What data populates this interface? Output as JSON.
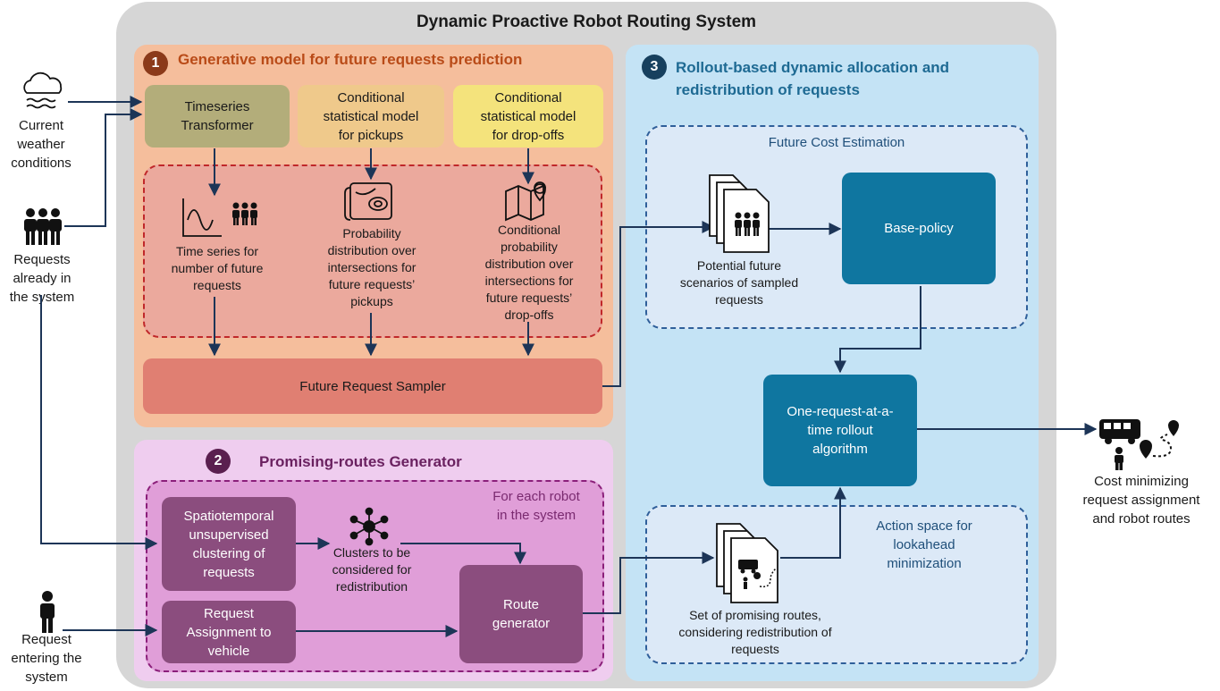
{
  "title": "Dynamic Proactive Robot Routing System",
  "inputs": {
    "weather": [
      "Current",
      "weather",
      "conditions"
    ],
    "existing": [
      "Requests",
      "already in",
      "the system"
    ],
    "new": [
      "Request",
      "entering the",
      "system"
    ]
  },
  "output": [
    "Cost minimizing",
    "request assignment",
    "and robot routes"
  ],
  "panel1": {
    "number": "1",
    "title": "Generative model for future requests prediction",
    "models": [
      [
        "Timeseries",
        "Transformer"
      ],
      [
        "Conditional",
        "statistical model",
        "for pickups"
      ],
      [
        "Conditional",
        "statistical model",
        "for drop-offs"
      ]
    ],
    "outputs": [
      [
        "Time series for",
        "number of future",
        "requests"
      ],
      [
        "Probability",
        "distribution over",
        "intersections for",
        "future requests’",
        "pickups"
      ],
      [
        "Conditional",
        "probability",
        "distribution over",
        "intersections for",
        "future requests’",
        "drop-offs"
      ]
    ],
    "sampler": "Future Request Sampler"
  },
  "panel2": {
    "number": "2",
    "title": "Promising-routes Generator",
    "scope": [
      "For each robot",
      "in the system"
    ],
    "clustering": [
      "Spatiotemporal",
      "unsupervised",
      "clustering of",
      "requests"
    ],
    "assignment": [
      "Request",
      "Assignment to",
      "vehicle"
    ],
    "clusters": [
      "Clusters to be",
      "considered for",
      "redistribution"
    ],
    "route_generator": [
      "Route",
      "generator"
    ]
  },
  "panel3": {
    "number": "3",
    "title": [
      "Rollout-based dynamic allocation and",
      "redistribution of requests"
    ],
    "future_cost": "Future Cost Estimation",
    "scenarios": [
      "Potential future",
      "scenarios of sampled",
      "requests"
    ],
    "base_policy": "Base-policy",
    "rollout": [
      "One-request-at-a-",
      "time rollout",
      "algorithm"
    ],
    "action_space": [
      "Action space for",
      "lookahead",
      "minimization"
    ],
    "routes": [
      "Set of promising routes,",
      "considering redistribution of",
      "requests"
    ]
  },
  "colors": {
    "outer": "#d6d6d6",
    "panel1": "#f5be9c",
    "panel2": "#efcdef",
    "panel3": "#c4e3f5",
    "transformer": "#b3ad7a",
    "pickups": "#efc98b",
    "dropoffs": "#f4e37c",
    "inner1": "#eba99d",
    "sampler": "#e07f72",
    "inner2": "#e09ed8",
    "purple_box": "#8b4d7e",
    "blue_box": "#0f76a0",
    "inner3": "#dce9f7"
  }
}
